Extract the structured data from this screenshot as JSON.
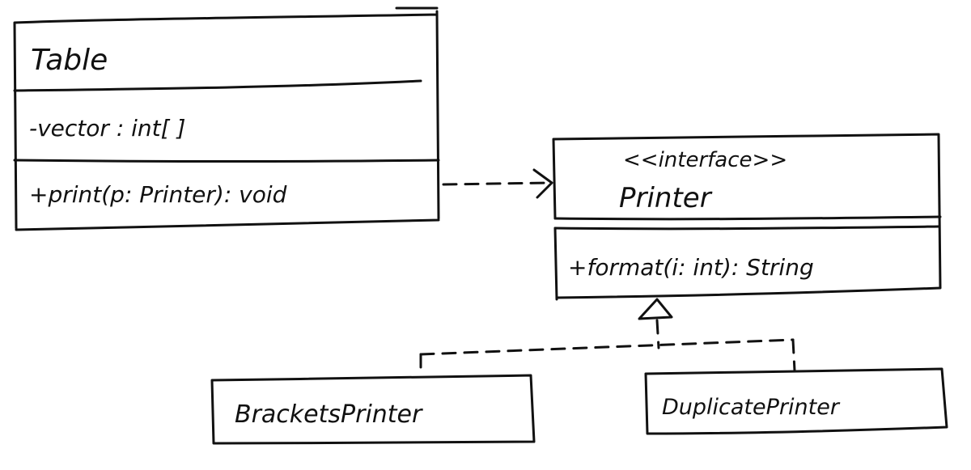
{
  "classes": {
    "table": {
      "name": "Table",
      "attribute": "-vector : int[ ]",
      "operation": "+print(p: Printer): void"
    },
    "printer": {
      "stereotype": "<<interface>>",
      "name": "Printer",
      "operation": "+format(i: int): String"
    },
    "brackets_printer": {
      "name": "BracketsPrinter"
    },
    "duplicate_printer": {
      "name": "DuplicatePrinter"
    }
  },
  "relationships": [
    {
      "type": "dependency",
      "from": "Table",
      "to": "Printer"
    },
    {
      "type": "realization",
      "from": "BracketsPrinter",
      "to": "Printer"
    },
    {
      "type": "realization",
      "from": "DuplicatePrinter",
      "to": "Printer"
    }
  ],
  "colors": {
    "ink": "#111111",
    "background": "#ffffff"
  }
}
